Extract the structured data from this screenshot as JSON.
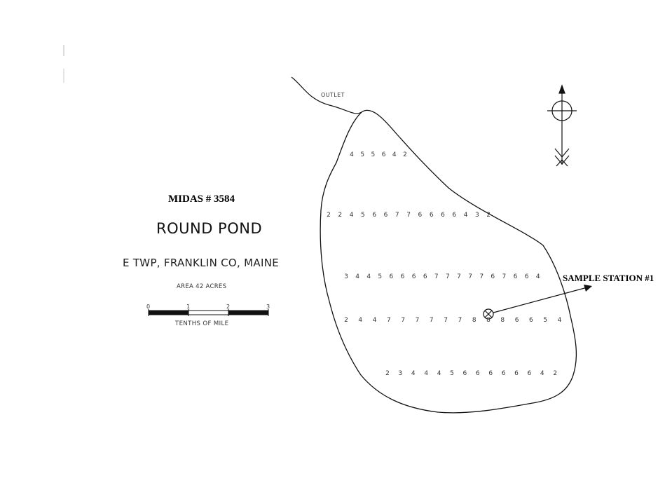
{
  "map": {
    "midas": "MIDAS # 3584",
    "pond_name": "ROUND POND",
    "location": "E TWP, FRANKLIN CO, MAINE",
    "area": "AREA 42 ACRES",
    "outlet_label": "OUTLET",
    "station_label": "SAMPLE STATION #1",
    "scale": {
      "ticks": [
        "0",
        "1",
        "2",
        "3"
      ],
      "unit": "TENTHS OF MILE"
    },
    "depth_soundings": [
      [
        "4",
        "5",
        "5",
        "6",
        "4",
        "2"
      ],
      [
        "2",
        "2",
        "4",
        "5",
        "6",
        "6",
        "7",
        "7",
        "6",
        "6",
        "6",
        "6",
        "4",
        "3",
        "2"
      ],
      [
        "3",
        "4",
        "4",
        "5",
        "6",
        "6",
        "6",
        "6",
        "7",
        "7",
        "7",
        "7",
        "7",
        "6",
        "7",
        "6",
        "6",
        "4"
      ],
      [
        "2",
        "4",
        "4",
        "7",
        "7",
        "7",
        "7",
        "7",
        "7",
        "8",
        "8",
        "8",
        "6",
        "6",
        "5",
        "4"
      ],
      [
        "2",
        "3",
        "4",
        "4",
        "4",
        "5",
        "6",
        "6",
        "6",
        "6",
        "6",
        "6",
        "4",
        "2"
      ]
    ]
  }
}
